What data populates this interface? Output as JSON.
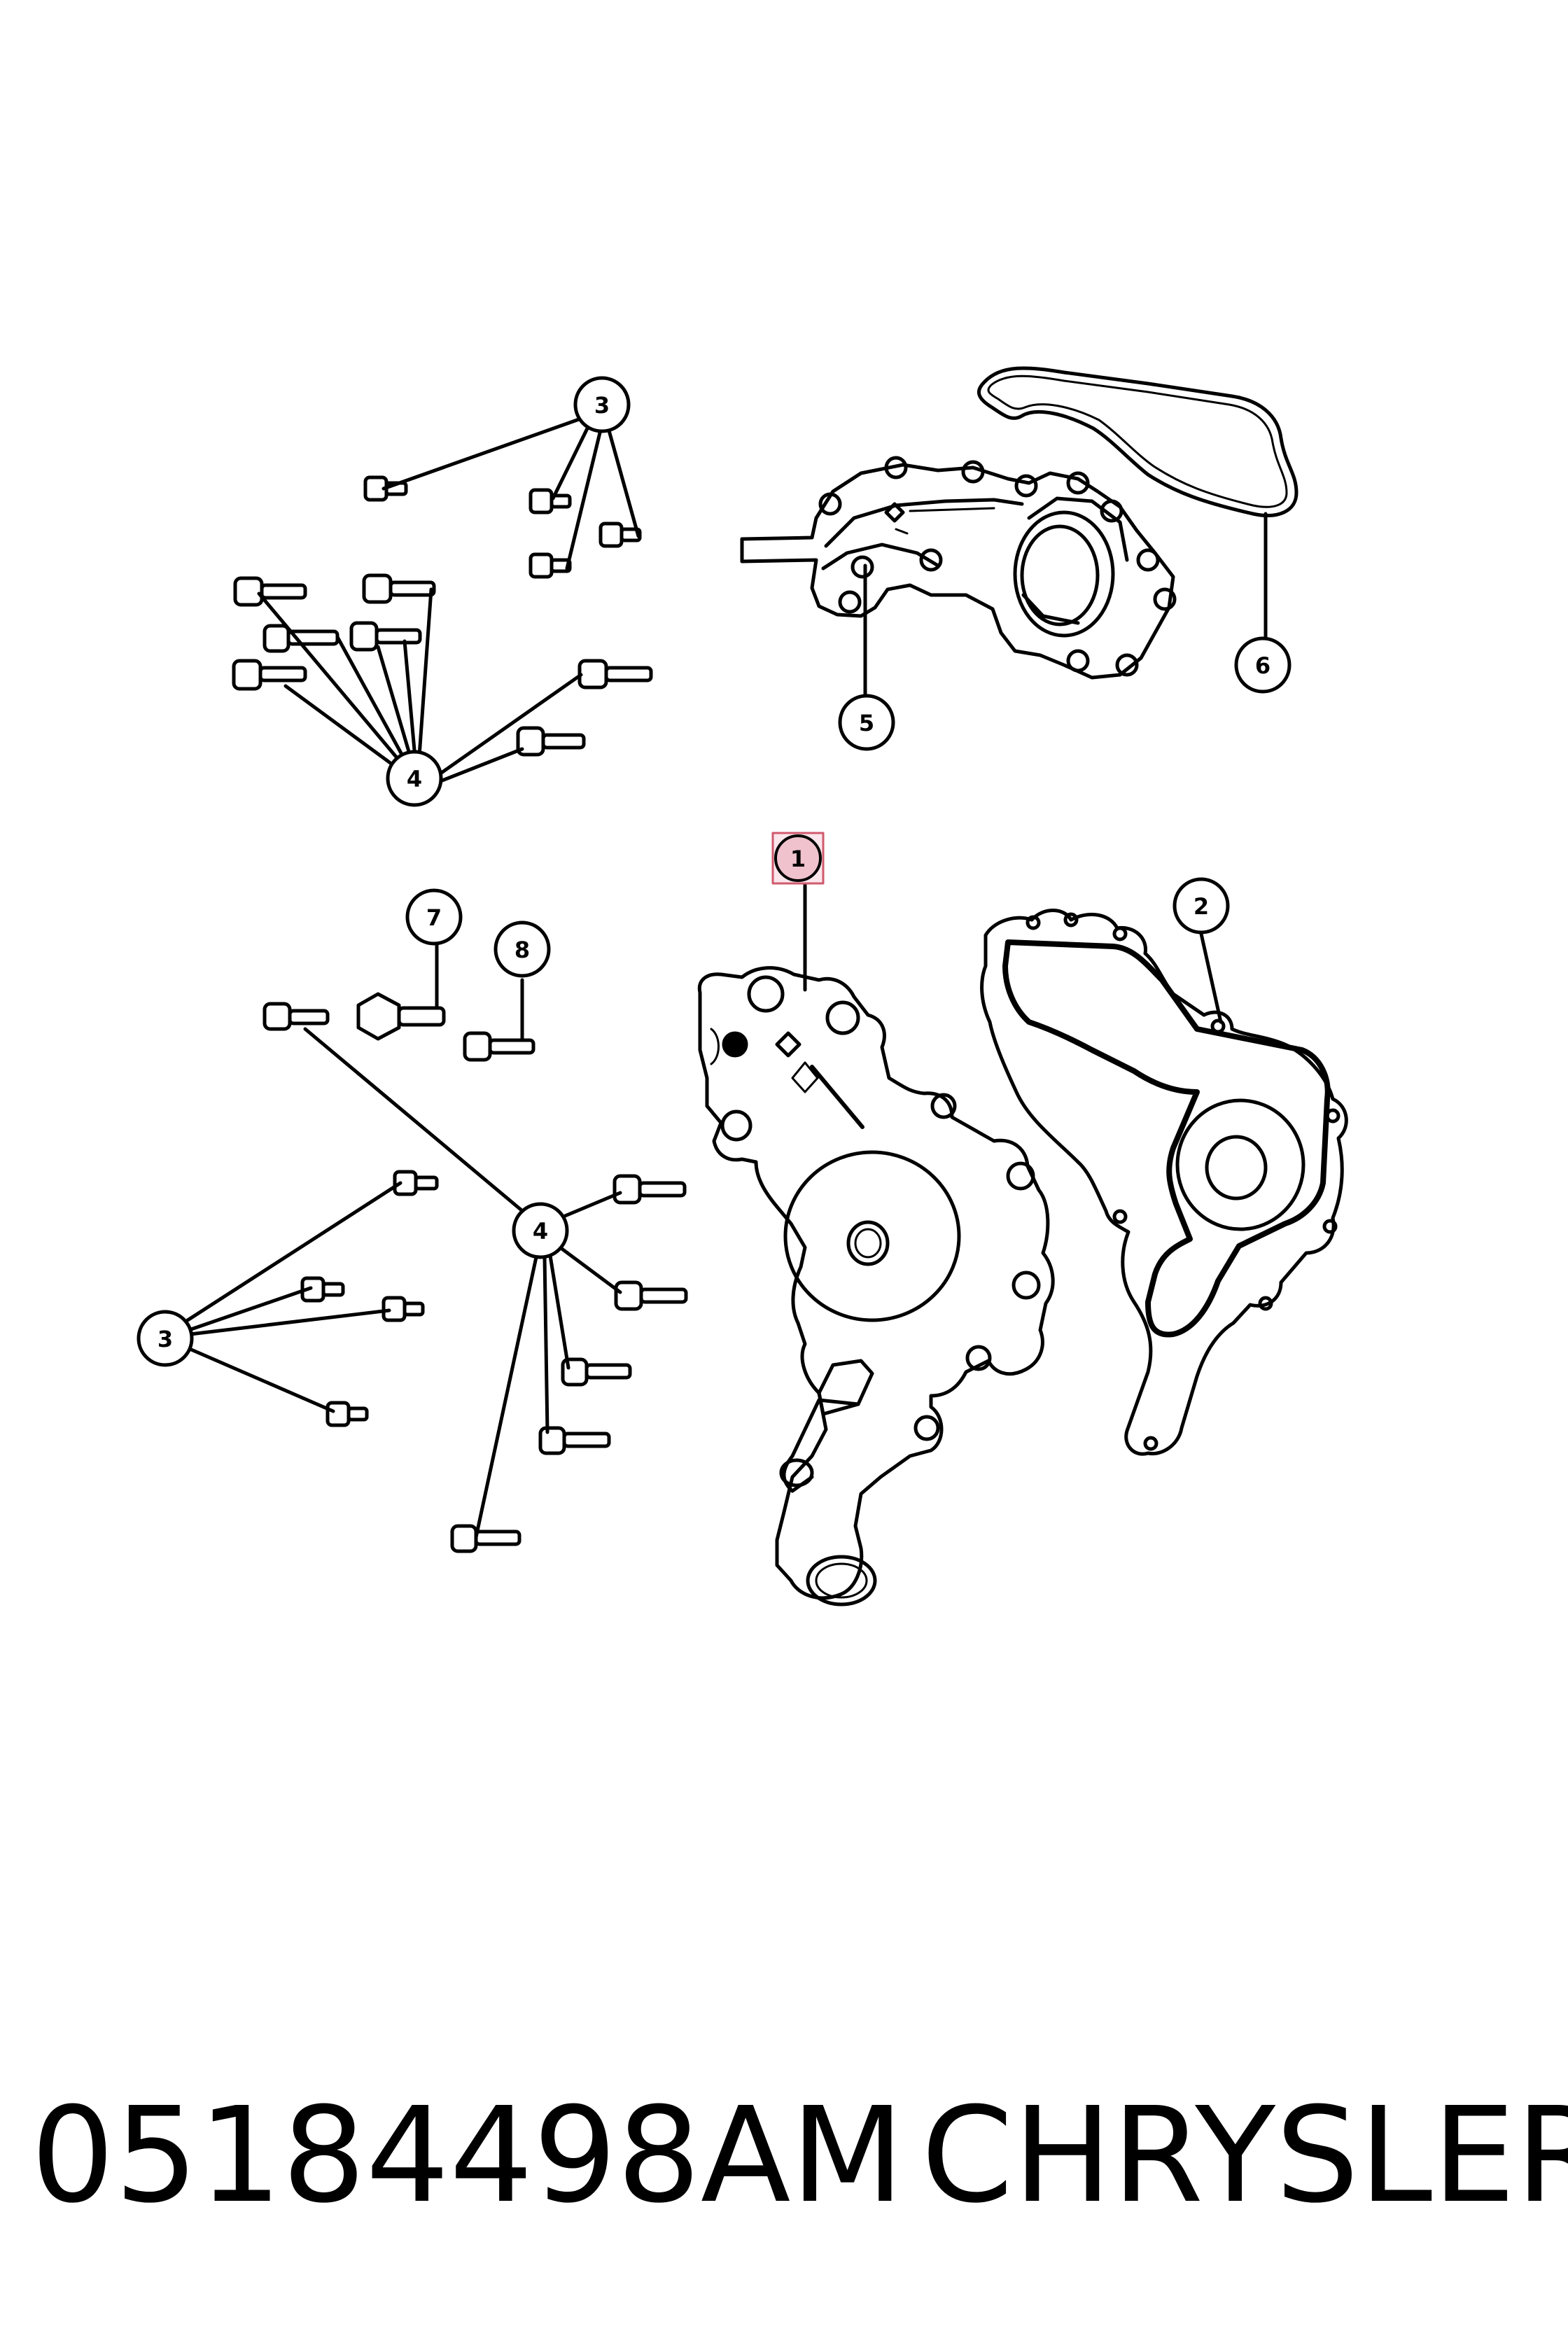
{
  "part_number": "05184498AM",
  "manufacturer": "CHRYSLER",
  "callouts": {
    "water_pump": "1",
    "pump_gasket": "2",
    "bolt_a": "3",
    "bolt_b": "4",
    "housing": "5",
    "housing_gasket": "6",
    "bolt_c": "7",
    "bolt_d": "8"
  },
  "highlight_color": "#e8a8b8"
}
